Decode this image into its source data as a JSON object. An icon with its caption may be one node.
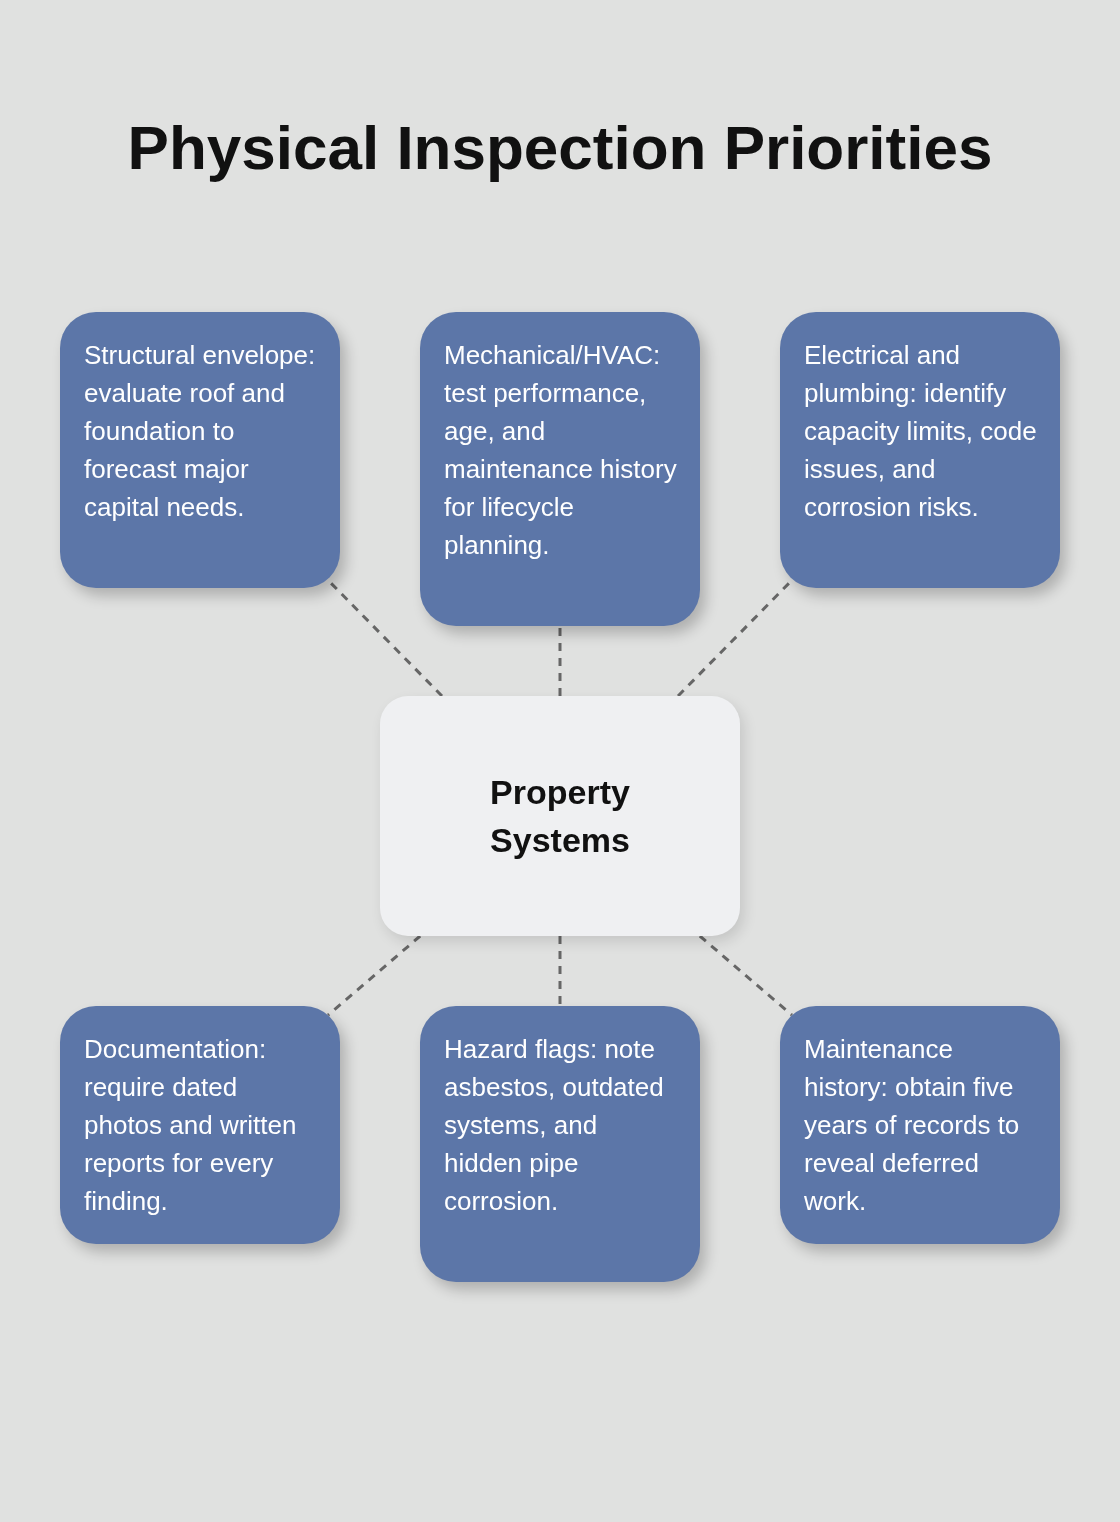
{
  "diagram": {
    "title": "Physical Inspection Priorities",
    "nodes": [
      {
        "text": [
          "Structural envelope: evaluate roof and foundation to forecast major capital needs."
        ]
      },
      {
        "text": [
          "Mechanical/HVAC: test performance, age, and maintenance history for lifecycle planning."
        ]
      },
      {
        "text": [
          "Electrical and plumbing: identify capacity limits, code issues, and corrosion risks."
        ]
      },
      {
        "text": [
          "Property Systems"
        ]
      },
      {
        "text": [
          "Documentation: require dated photos and written reports for every finding."
        ]
      },
      {
        "text": [
          "Hazard flags: note asbestos, outdated systems, and hidden pipe corrosion."
        ]
      },
      {
        "text": [
          "Maintenance history: obtain five years of records to reveal deferred work."
        ]
      }
    ],
    "edges": [
      {
        "from": 3,
        "to": 0,
        "arrow": "none",
        "style": "dashed"
      },
      {
        "from": 3,
        "to": 1,
        "arrow": "none",
        "style": "dashed"
      },
      {
        "from": 3,
        "to": 2,
        "arrow": "none",
        "style": "dashed"
      },
      {
        "from": 3,
        "to": 4,
        "arrow": "none",
        "style": "dashed"
      },
      {
        "from": 3,
        "to": 5,
        "arrow": "none",
        "style": "dashed"
      },
      {
        "from": 3,
        "to": 6,
        "arrow": "none",
        "style": "dashed"
      }
    ]
  }
}
